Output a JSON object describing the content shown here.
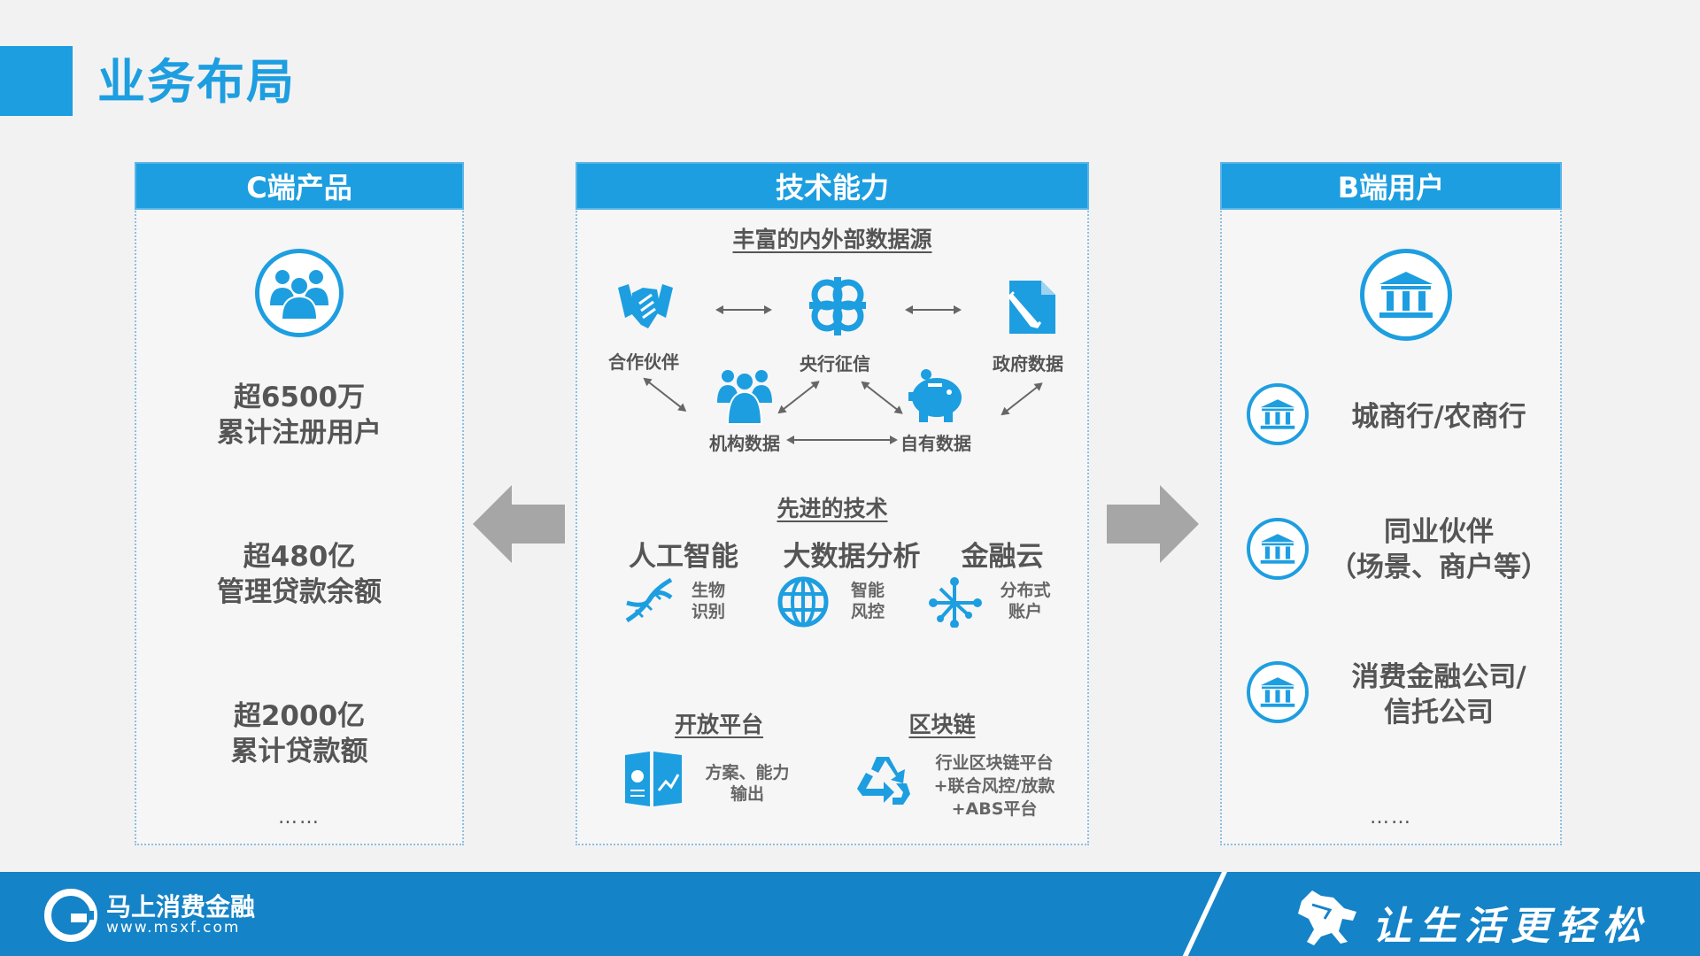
{
  "page": {
    "title": "业务布局"
  },
  "colors": {
    "accent": "#1d9ee0",
    "footer": "#1583c7",
    "text": "#555555",
    "arrow": "#a6a6a6"
  },
  "c_panel": {
    "header": "C端产品",
    "icon": "users-icon",
    "stats": [
      {
        "line1": "超6500万",
        "line2": "累计注册用户"
      },
      {
        "line1": "超480亿",
        "line2": "管理贷款余额"
      },
      {
        "line1": "超2000亿",
        "line2": "累计贷款额"
      }
    ],
    "more": "……"
  },
  "tech_panel": {
    "header": "技术能力",
    "data_sources": {
      "title": "丰富的内外部数据源",
      "partner": "合作伙伴",
      "central_bank": "央行征信",
      "government": "政府数据",
      "institution": "机构数据",
      "own": "自有数据"
    },
    "advanced": {
      "title": "先进的技术",
      "ai": {
        "title": "人工智能",
        "desc1": "生物",
        "desc2": "识别"
      },
      "bigdata": {
        "title": "大数据分析",
        "desc1": "智能",
        "desc2": "风控"
      },
      "cloud": {
        "title": "金融云",
        "desc1": "分布式",
        "desc2": "账户"
      }
    },
    "open_platform": {
      "title": "开放平台",
      "desc1": "方案、能力",
      "desc2": "输出"
    },
    "blockchain": {
      "title": "区块链",
      "desc1": "行业区块链平台",
      "desc2": "+联合风控/放款",
      "desc3": "+ABS平台"
    }
  },
  "b_panel": {
    "header": "B端用户",
    "icon": "bank-icon",
    "items": [
      {
        "line1": "城商行/农商行",
        "line2": ""
      },
      {
        "line1": "同业伙伴",
        "line2": "（场景、商户等）"
      },
      {
        "line1": "消费金融公司/",
        "line2": "信托公司"
      }
    ],
    "more": "……"
  },
  "footer": {
    "brand": "马上消费金融",
    "url": "www.msxf.com",
    "slogan": "让生活更轻松"
  }
}
